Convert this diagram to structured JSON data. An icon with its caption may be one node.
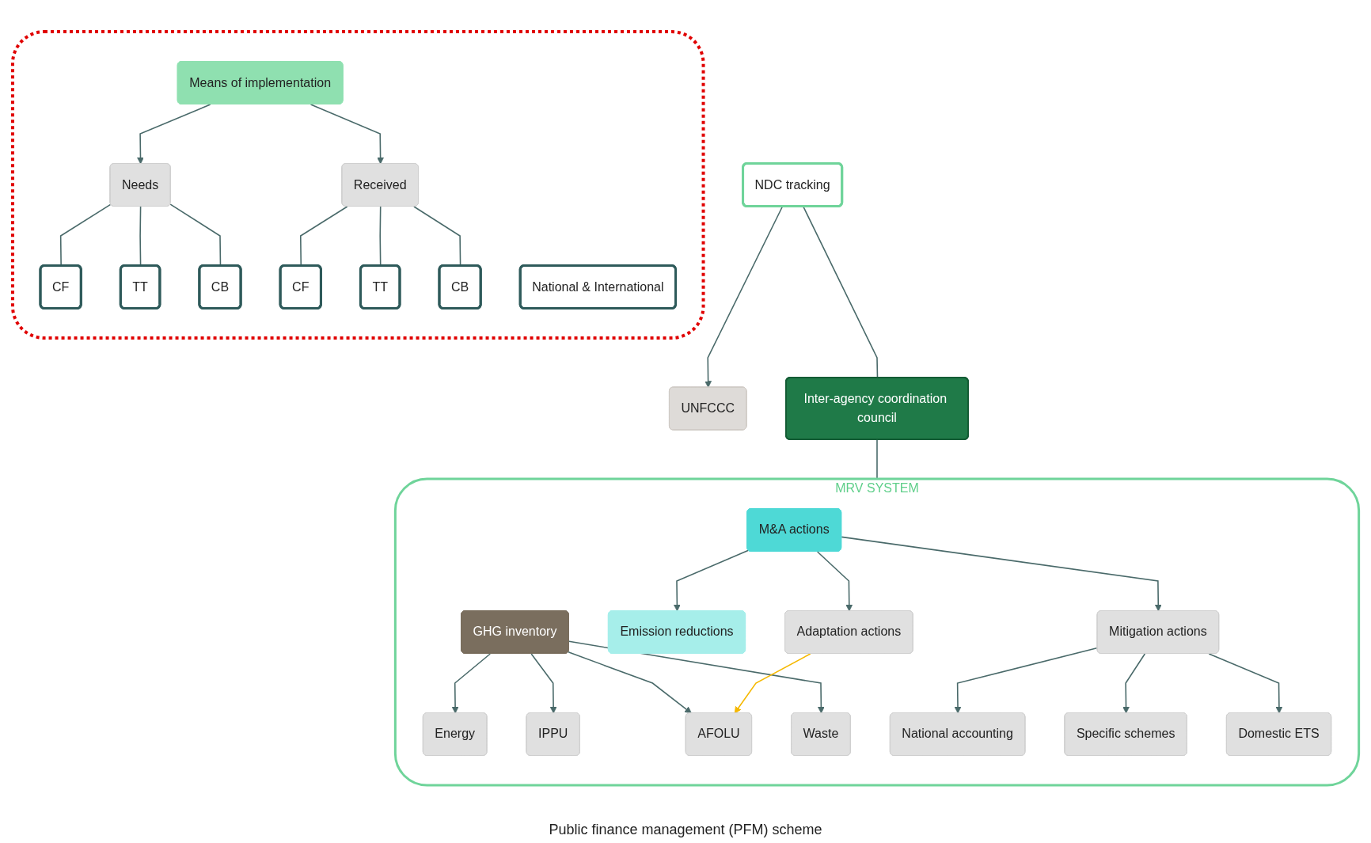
{
  "diagram": {
    "nodes": [
      {
        "text": [
          "NDC tracking"
        ]
      },
      {
        "text": [
          "UNFCCC"
        ]
      },
      {
        "text": [
          "Inter-agency coordination council"
        ]
      },
      {
        "text": [
          "MRV SYSTEM"
        ]
      },
      {
        "text": [
          "GHG inventory"
        ],
        "in": 3
      },
      {
        "text": [
          "M&A actions"
        ],
        "in": 3
      },
      {
        "text": [
          "Emission reductions"
        ],
        "in": 3
      },
      {
        "text": [],
        "shape": "box"
      },
      {
        "text": [
          "Means of implementation"
        ],
        "in": 7
      },
      {
        "text": [
          "Energy"
        ],
        "in": 3
      },
      {
        "text": [
          "Mitigation actions"
        ],
        "in": 3
      },
      {
        "text": [
          "National accounting"
        ],
        "in": 3
      },
      {
        "text": [
          "Needs"
        ],
        "in": 7
      },
      {
        "text": [
          "CF"
        ],
        "in": 7
      },
      {
        "text": [
          "TT"
        ],
        "in": 7
      },
      {
        "text": [
          "CB"
        ],
        "in": 7
      },
      {
        "text": [
          "IPPU"
        ],
        "in": 3
      },
      {
        "text": [
          "Specific schemes"
        ],
        "in": 3
      },
      {
        "text": [
          "Received"
        ],
        "in": 7
      },
      {
        "text": [
          "National & International"
        ],
        "in": 7
      },
      {
        "text": [
          "AFOLU"
        ],
        "in": 3
      },
      {
        "text": [
          "Adaptation actions"
        ],
        "in": 3
      },
      {
        "text": [
          "Domestic ETS"
        ],
        "in": 3
      },
      {
        "text": [
          "CF"
        ],
        "in": 7
      },
      {
        "text": [
          "TT"
        ],
        "in": 7
      },
      {
        "text": [
          "CB"
        ],
        "in": 7
      },
      {
        "text": [
          "Waste"
        ],
        "in": 3
      }
    ],
    "edges": [
      {
        "from": 0,
        "to": 1,
        "arrow": "to"
      },
      {
        "from": 0,
        "to": 2,
        "arrow": "none"
      },
      {
        "from": 2,
        "to": 3,
        "arrow": "none"
      },
      {
        "from": 4,
        "to": 9,
        "arrow": "to"
      },
      {
        "from": 4,
        "to": 16,
        "arrow": "to"
      },
      {
        "from": 4,
        "to": 20,
        "arrow": "to"
      },
      {
        "from": 4,
        "to": 26,
        "arrow": "to"
      },
      {
        "from": 5,
        "to": 6,
        "arrow": "to"
      },
      {
        "from": 5,
        "to": 10,
        "arrow": "to"
      },
      {
        "from": 5,
        "to": 21,
        "arrow": "to"
      },
      {
        "from": 10,
        "to": 11,
        "arrow": "to"
      },
      {
        "from": 10,
        "to": 17,
        "arrow": "to"
      },
      {
        "from": 10,
        "to": 22,
        "arrow": "to"
      },
      {
        "from": 21,
        "to": 20,
        "arrow": "to",
        "color": "#f5b800"
      },
      {
        "from": 8,
        "to": 12,
        "arrow": "to"
      },
      {
        "from": 8,
        "to": 18,
        "arrow": "to"
      },
      {
        "from": 12,
        "to": 13,
        "arrow": "none"
      },
      {
        "from": 12,
        "to": 14,
        "arrow": "none"
      },
      {
        "from": 12,
        "to": 15,
        "arrow": "none"
      },
      {
        "from": 18,
        "to": 23,
        "arrow": "none"
      },
      {
        "from": 18,
        "to": 24,
        "arrow": "none"
      },
      {
        "from": 18,
        "to": 25,
        "arrow": "none"
      }
    ],
    "labels": [
      "Public finance management (PFM) scheme"
    ]
  }
}
